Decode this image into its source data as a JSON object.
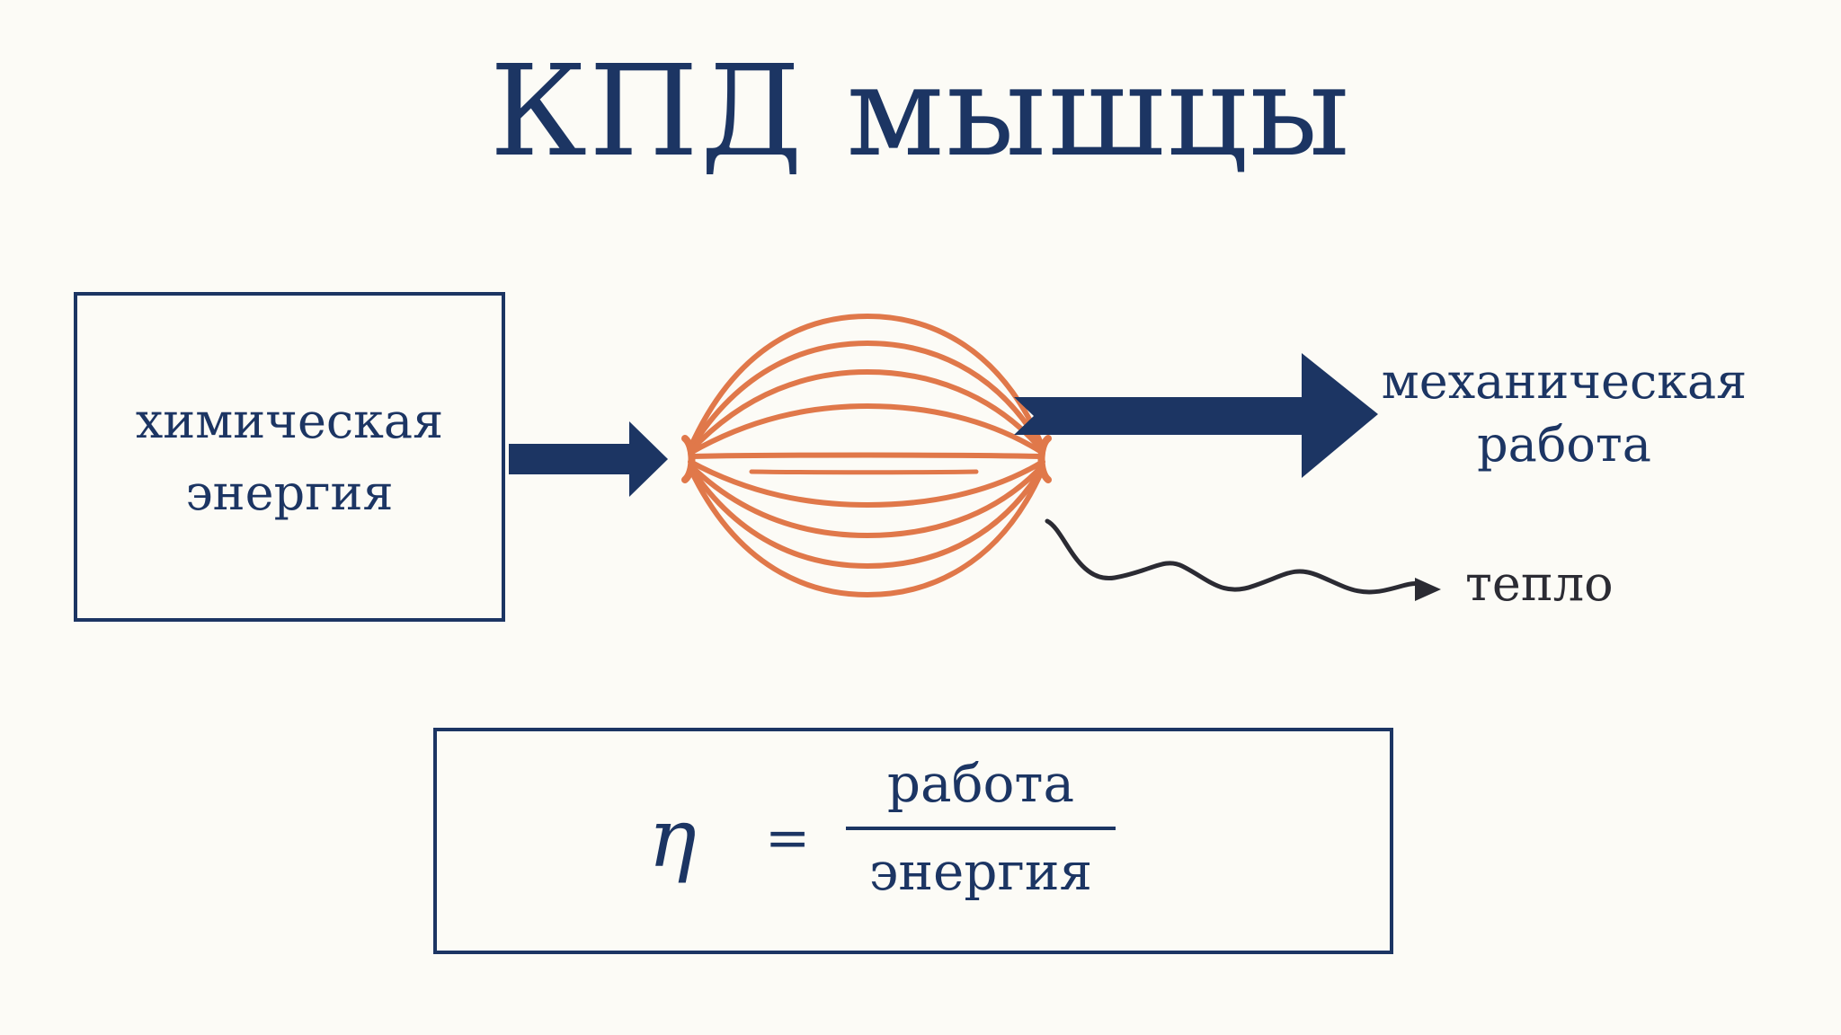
{
  "title": "КПД мышцы",
  "source": {
    "line1": "химическая",
    "line2": "энергия"
  },
  "output": {
    "line1": "механическая",
    "line2": "работа"
  },
  "loss": "тепло",
  "formula": {
    "symbol": "η",
    "equals": "=",
    "numerator": "работа",
    "denominator": "энергия"
  },
  "colors": {
    "primary": "#1c3563",
    "muscle": "#e0784a",
    "heat": "#2b2b33",
    "background": "#fcfbf6"
  },
  "icons": {
    "muscle": "muscle-fiber-bundle-icon",
    "heat": "wavy-heat-arrow-icon"
  }
}
